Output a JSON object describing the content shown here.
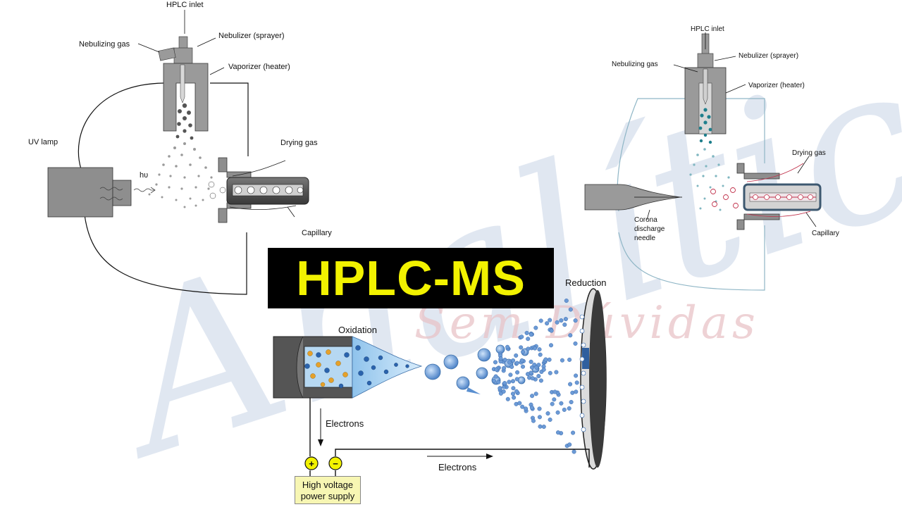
{
  "title": "HPLC-MS",
  "watermark": {
    "main": "Analítica",
    "sub": "Sem Dúvidas"
  },
  "left_diagram": {
    "hplc_inlet": "HPLC inlet",
    "nebulizing_gas": "Nebulizing gas",
    "nebulizer": "Nebulizer (sprayer)",
    "vaporizer": "Vaporizer (heater)",
    "uv_lamp": "UV lamp",
    "photon": "hυ",
    "drying_gas": "Drying gas",
    "capillary": "Capillary"
  },
  "right_diagram": {
    "hplc_inlet": "HPLC inlet",
    "nebulizing_gas": "Nebulizing gas",
    "nebulizer": "Nebulizer (sprayer)",
    "vaporizer": "Vaporizer (heater)",
    "drying_gas": "Drying gas",
    "corona_1": "Corona",
    "corona_2": "discharge",
    "corona_3": "needle",
    "capillary": "Capillary"
  },
  "esi_diagram": {
    "oxidation": "Oxidation",
    "reduction": "Reduction",
    "electrons_down": "Electrons",
    "electrons_bottom": "Electrons",
    "plus_symbol": "+",
    "minus_symbol": "−",
    "power_supply_line1": "High voltage",
    "power_supply_line2": "power supply"
  },
  "colors": {
    "title_bg": "#000000",
    "title_text": "#f2f200",
    "power_supply_bg": "#f7f6b3",
    "droplet_blue": "#5a8fd0",
    "cation_orange": "#e6a12a",
    "apci_teal": "#1f7f8c",
    "apci_red": "#c0304a"
  }
}
